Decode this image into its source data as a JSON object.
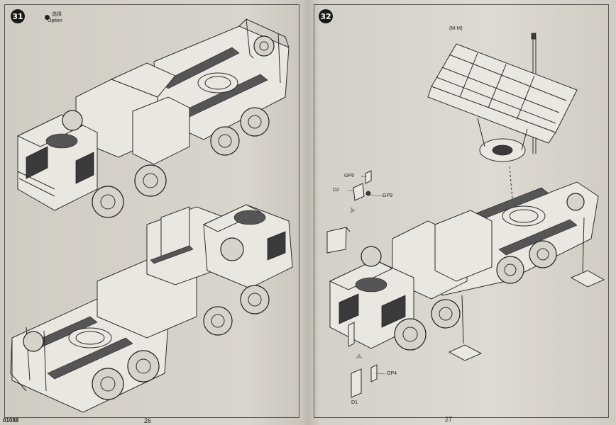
{
  "left_page": {
    "step_number": "31",
    "option_text_cn": "选择",
    "option_text_en": "Option",
    "catalog_number": "01088",
    "page_number": "26"
  },
  "right_page": {
    "step_number": "32",
    "mode_label": "(M-M)",
    "part_labels": [
      "GP5",
      "D2",
      "GP9",
      "GP4",
      "D1"
    ],
    "page_number": "27"
  }
}
